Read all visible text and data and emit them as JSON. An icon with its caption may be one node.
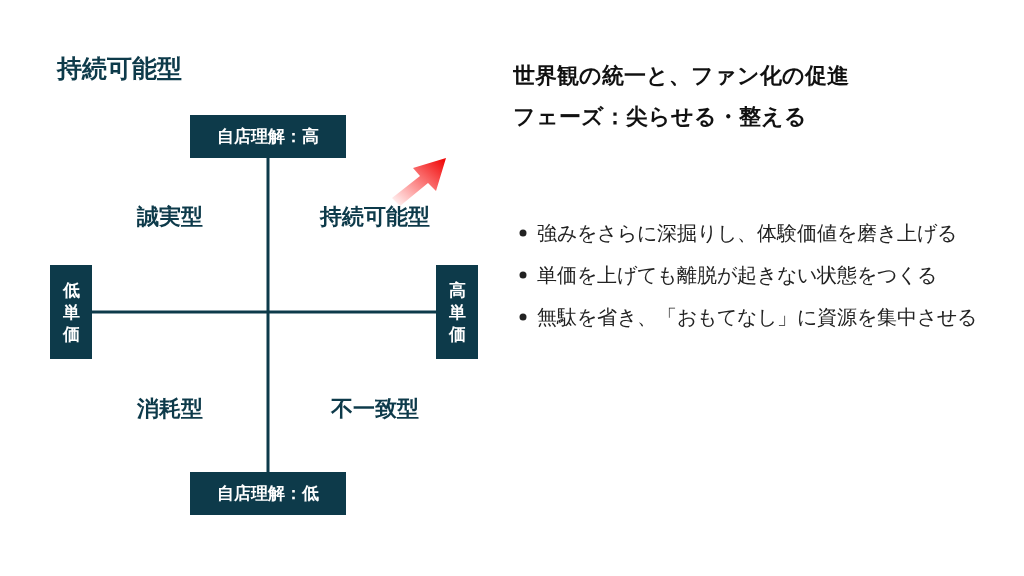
{
  "diagram": {
    "title": "持続可能型",
    "nodes": [
      {
        "text": [
          "自店理解：高"
        ]
      },
      {
        "text": [
          "低単価"
        ]
      },
      {
        "text": [
          "高単価"
        ]
      },
      {
        "text": [
          "自店理解：低"
        ]
      }
    ],
    "edges": [],
    "labels": [
      "世界観の統一と、ファン化の促進",
      "フェーズ：尖らせる・整える",
      "誠実型",
      "持続可能型",
      "消耗型",
      "不一致型",
      "強みをさらに深掘りし、体験価値を磨き上げる",
      "単価を上げても離脱が起きない状態をつくる",
      "無駄を省き、「おもてなし」に資源を集中させる"
    ]
  }
}
